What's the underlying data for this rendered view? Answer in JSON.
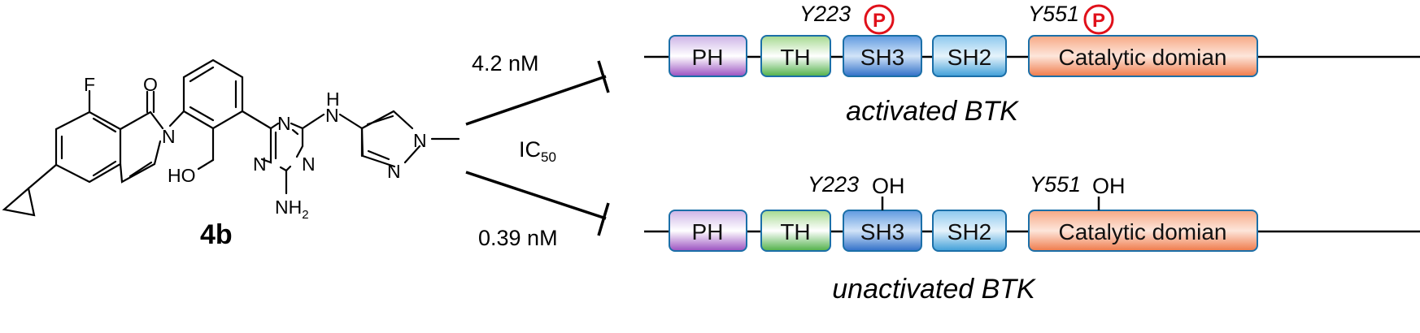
{
  "molecule": {
    "compound_label": "4b",
    "atoms": {
      "fluorine": "F",
      "carbonyl_oxygen": "O",
      "amide_nitrogen": "N",
      "hydroxyl": "HO",
      "triazine_n1": "N",
      "triazine_n2": "N",
      "triazine_n3": "N",
      "amine_hn": "H",
      "amine_n": "N",
      "amino_group": "NH",
      "amino_sub": "2",
      "pyrazole_n1": "N",
      "pyrazole_n2": "N"
    }
  },
  "inhibition": {
    "top_value": "4.2 nM",
    "metric_main": "IC",
    "metric_sub": "50",
    "bottom_value": "0.39 nM"
  },
  "activated": {
    "caption": "activated BTK",
    "site1": "Y223",
    "site2": "Y551",
    "mark1": "P",
    "mark2": "P",
    "domains": [
      "PH",
      "TH",
      "SH3",
      "SH2",
      "Catalytic domian"
    ]
  },
  "unactivated": {
    "caption": "unactivated BTK",
    "site1": "Y223",
    "site2": "Y551",
    "mark1": "OH",
    "mark2": "OH",
    "domains": [
      "PH",
      "TH",
      "SH3",
      "SH2",
      "Catalytic domian"
    ]
  },
  "colors": {
    "ph": "#9b59b6",
    "th": "#5cb85c",
    "sh3": "#3a7fd0",
    "sh2": "#5aaee0",
    "catalytic": "#f08050",
    "phospho": "#e0101a"
  }
}
